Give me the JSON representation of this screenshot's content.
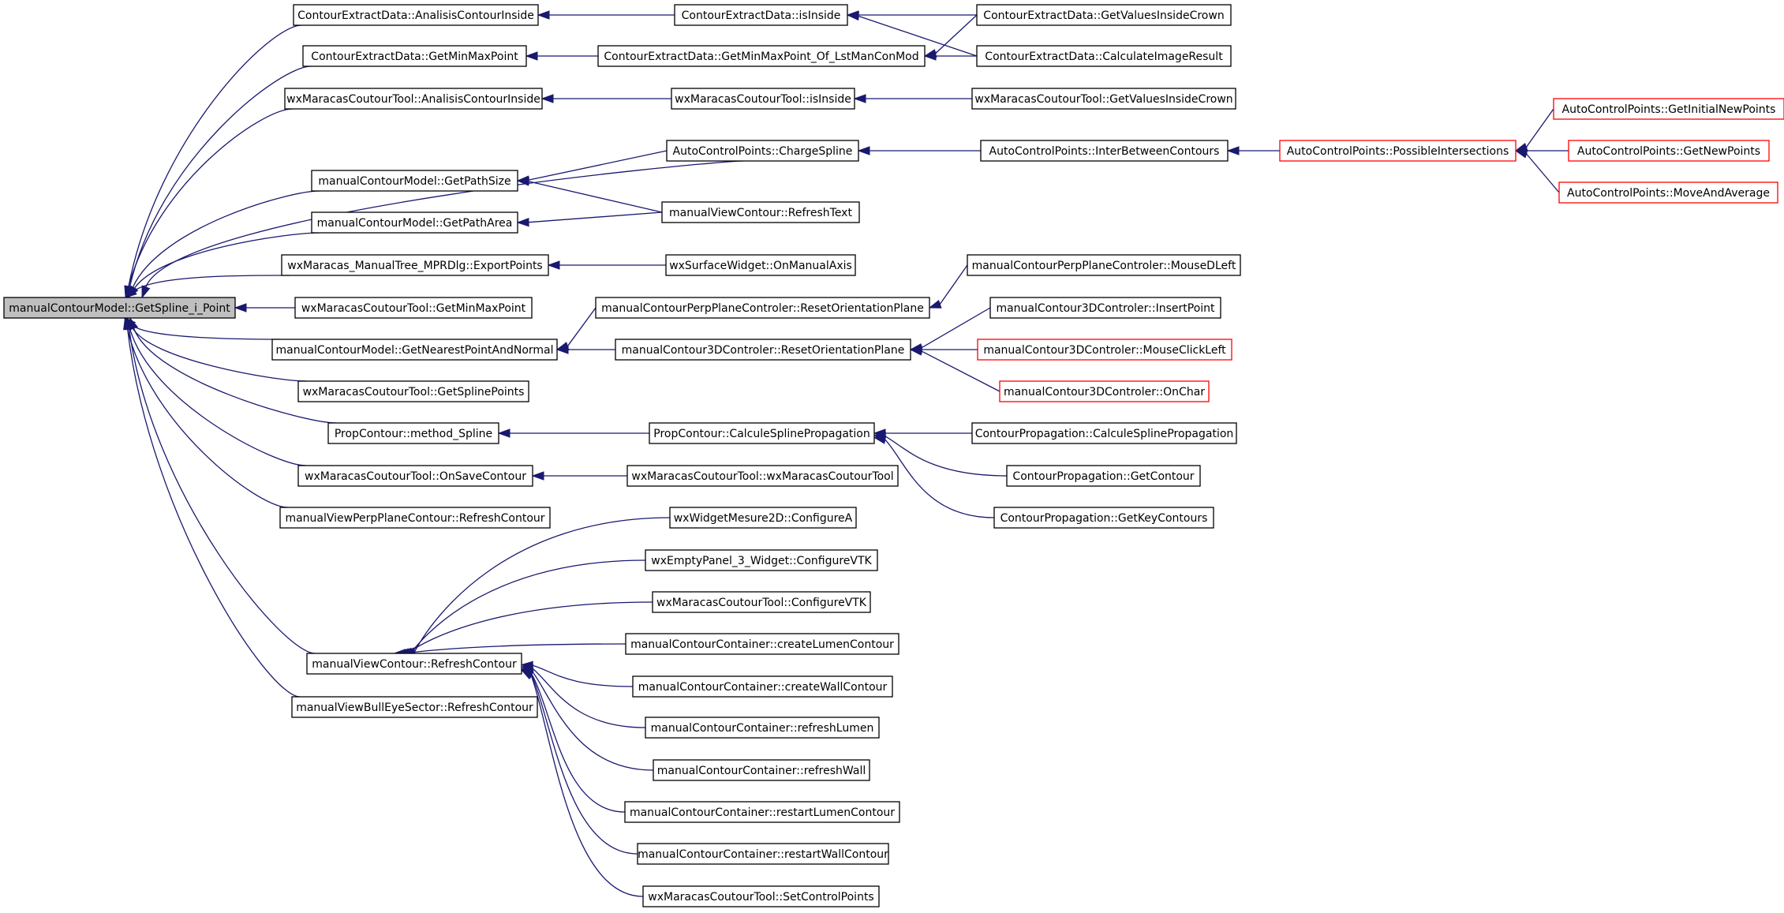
{
  "graph": {
    "colors": {
      "edge": "#191970",
      "node_border": "#000000",
      "truncated_border": "#ff0000",
      "root_fill": "#bfbfbf",
      "node_fill": "#ffffff"
    },
    "nodes": [
      {
        "id": "root",
        "label": "manualContourModel::GetSpline_i_Point",
        "root": true
      },
      {
        "id": "a1",
        "label": "ContourExtractData::AnalisisContourInside"
      },
      {
        "id": "a2",
        "label": "ContourExtractData::GetMinMaxPoint"
      },
      {
        "id": "a3",
        "label": "wxMaracasCoutourTool::AnalisisContourInside"
      },
      {
        "id": "a4",
        "label": "manualContourModel::GetPathSize"
      },
      {
        "id": "a5",
        "label": "manualContourModel::GetPathArea"
      },
      {
        "id": "a6",
        "label": "wxMaracas_ManualTree_MPRDlg::ExportPoints"
      },
      {
        "id": "a7",
        "label": "wxMaracasCoutourTool::GetMinMaxPoint"
      },
      {
        "id": "a8",
        "label": "manualContourModel::GetNearestPointAndNormal"
      },
      {
        "id": "a9",
        "label": "wxMaracasCoutourTool::GetSplinePoints"
      },
      {
        "id": "a10",
        "label": "PropContour::method_Spline"
      },
      {
        "id": "a11",
        "label": "wxMaracasCoutourTool::OnSaveContour"
      },
      {
        "id": "a12",
        "label": "manualViewPerpPlaneContour::RefreshContour"
      },
      {
        "id": "a13",
        "label": "manualViewContour::RefreshContour"
      },
      {
        "id": "a14",
        "label": "manualViewBullEyeSector::RefreshContour"
      },
      {
        "id": "b1",
        "label": "ContourExtractData::isInside"
      },
      {
        "id": "b2",
        "label": "ContourExtractData::GetMinMaxPoint_Of_LstManConMod"
      },
      {
        "id": "b3",
        "label": "wxMaracasCoutourTool::isInside"
      },
      {
        "id": "b4",
        "label": "AutoControlPoints::ChargeSpline"
      },
      {
        "id": "b5",
        "label": "manualViewContour::RefreshText"
      },
      {
        "id": "b6",
        "label": "wxSurfaceWidget::OnManualAxis"
      },
      {
        "id": "b7",
        "label": "manualContourPerpPlaneControler::ResetOrientationPlane"
      },
      {
        "id": "b8",
        "label": "manualContour3DControler::ResetOrientationPlane"
      },
      {
        "id": "b9",
        "label": "PropContour::CalculeSplinePropagation"
      },
      {
        "id": "b10",
        "label": "wxMaracasCoutourTool::wxMaracasCoutourTool"
      },
      {
        "id": "b11",
        "label": "wxWidgetMesure2D::ConfigureA"
      },
      {
        "id": "b12",
        "label": "wxEmptyPanel_3_Widget::ConfigureVTK"
      },
      {
        "id": "b13",
        "label": "wxMaracasCoutourTool::ConfigureVTK"
      },
      {
        "id": "b14",
        "label": "manualContourContainer::createLumenContour"
      },
      {
        "id": "b15",
        "label": "manualContourContainer::createWallContour"
      },
      {
        "id": "b16",
        "label": "manualContourContainer::refreshLumen"
      },
      {
        "id": "b17",
        "label": "manualContourContainer::refreshWall"
      },
      {
        "id": "b18",
        "label": "manualContourContainer::restartLumenContour"
      },
      {
        "id": "b19",
        "label": "manualContourContainer::restartWallContour"
      },
      {
        "id": "b20",
        "label": "wxMaracasCoutourTool::SetControlPoints"
      },
      {
        "id": "c1",
        "label": "ContourExtractData::GetValuesInsideCrown"
      },
      {
        "id": "c2",
        "label": "ContourExtractData::CalculateImageResult"
      },
      {
        "id": "c3",
        "label": "wxMaracasCoutourTool::GetValuesInsideCrown"
      },
      {
        "id": "c4",
        "label": "AutoControlPoints::InterBetweenContours"
      },
      {
        "id": "c5",
        "label": "manualContourPerpPlaneControler::MouseDLeft"
      },
      {
        "id": "c6",
        "label": "manualContour3DControler::InsertPoint"
      },
      {
        "id": "c7",
        "label": "manualContour3DControler::MouseClickLeft",
        "truncated": true
      },
      {
        "id": "c8",
        "label": "manualContour3DControler::OnChar",
        "truncated": true
      },
      {
        "id": "c9",
        "label": "ContourPropagation::CalculeSplinePropagation"
      },
      {
        "id": "c10",
        "label": "ContourPropagation::GetContour"
      },
      {
        "id": "c11",
        "label": "ContourPropagation::GetKeyContours"
      },
      {
        "id": "d1",
        "label": "AutoControlPoints::PossibleIntersections",
        "truncated": true
      },
      {
        "id": "e1",
        "label": "AutoControlPoints::GetInitialNewPoints",
        "truncated": true
      },
      {
        "id": "e2",
        "label": "AutoControlPoints::GetNewPoints",
        "truncated": true
      },
      {
        "id": "e3",
        "label": "AutoControlPoints::MoveAndAverage",
        "truncated": true
      }
    ],
    "edges": [
      {
        "from": "a1",
        "to": "root"
      },
      {
        "from": "a2",
        "to": "root"
      },
      {
        "from": "a3",
        "to": "root"
      },
      {
        "from": "b4",
        "to": "root"
      },
      {
        "from": "a4",
        "to": "root"
      },
      {
        "from": "a5",
        "to": "root"
      },
      {
        "from": "a6",
        "to": "root"
      },
      {
        "from": "a7",
        "to": "root"
      },
      {
        "from": "a8",
        "to": "root"
      },
      {
        "from": "a9",
        "to": "root"
      },
      {
        "from": "a10",
        "to": "root"
      },
      {
        "from": "a11",
        "to": "root"
      },
      {
        "from": "a12",
        "to": "root"
      },
      {
        "from": "a13",
        "to": "root"
      },
      {
        "from": "a14",
        "to": "root"
      },
      {
        "from": "b1",
        "to": "a1"
      },
      {
        "from": "b2",
        "to": "a2"
      },
      {
        "from": "b3",
        "to": "a3"
      },
      {
        "from": "b4",
        "to": "a4"
      },
      {
        "from": "b5",
        "to": "a4"
      },
      {
        "from": "b5",
        "to": "a5"
      },
      {
        "from": "b6",
        "to": "a6"
      },
      {
        "from": "b7",
        "to": "a8"
      },
      {
        "from": "b8",
        "to": "a8"
      },
      {
        "from": "b9",
        "to": "a10"
      },
      {
        "from": "b10",
        "to": "a11"
      },
      {
        "from": "b11",
        "to": "a13"
      },
      {
        "from": "b12",
        "to": "a13"
      },
      {
        "from": "b13",
        "to": "a13"
      },
      {
        "from": "b14",
        "to": "a13"
      },
      {
        "from": "b15",
        "to": "a13"
      },
      {
        "from": "b16",
        "to": "a13"
      },
      {
        "from": "b17",
        "to": "a13"
      },
      {
        "from": "b18",
        "to": "a13"
      },
      {
        "from": "b19",
        "to": "a13"
      },
      {
        "from": "b20",
        "to": "a13"
      },
      {
        "from": "c1",
        "to": "b1"
      },
      {
        "from": "c2",
        "to": "b1"
      },
      {
        "from": "c1",
        "to": "b2"
      },
      {
        "from": "c2",
        "to": "b2"
      },
      {
        "from": "c3",
        "to": "b3"
      },
      {
        "from": "c4",
        "to": "b4"
      },
      {
        "from": "c5",
        "to": "b7"
      },
      {
        "from": "c6",
        "to": "b8"
      },
      {
        "from": "c7",
        "to": "b8"
      },
      {
        "from": "c8",
        "to": "b8"
      },
      {
        "from": "c9",
        "to": "b9"
      },
      {
        "from": "c10",
        "to": "b9"
      },
      {
        "from": "c11",
        "to": "b9"
      },
      {
        "from": "d1",
        "to": "c4"
      },
      {
        "from": "e1",
        "to": "d1"
      },
      {
        "from": "e2",
        "to": "d1"
      },
      {
        "from": "e3",
        "to": "d1"
      }
    ]
  }
}
